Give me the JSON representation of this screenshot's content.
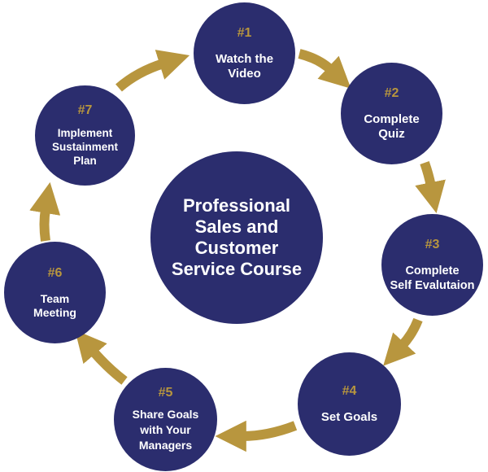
{
  "colors": {
    "circle_fill": "#2b2d6e",
    "arrow": "#b8963e",
    "number_text": "#b8963e",
    "label_text": "#ffffff"
  },
  "center": {
    "title": "Professional\nSales and\nCustomer\nService Course"
  },
  "steps": [
    {
      "number": "#1",
      "label": "Watch the\nVideo"
    },
    {
      "number": "#2",
      "label": "Complete\nQuiz"
    },
    {
      "number": "#3",
      "label": "Complete\nSelf Evalutaion"
    },
    {
      "number": "#4",
      "label": "Set Goals"
    },
    {
      "number": "#5",
      "label": "Share Goals\nwith Your\nManagers"
    },
    {
      "number": "#6",
      "label": "Team\nMeeting"
    },
    {
      "number": "#7",
      "label": "Implement\nSustainment\nPlan"
    }
  ],
  "arrows": [
    {
      "from": "#1",
      "to": "#2",
      "icon": "curved-arrow-icon"
    },
    {
      "from": "#2",
      "to": "#3",
      "icon": "curved-arrow-icon"
    },
    {
      "from": "#3",
      "to": "#4",
      "icon": "curved-arrow-icon"
    },
    {
      "from": "#4",
      "to": "#5",
      "icon": "curved-arrow-icon"
    },
    {
      "from": "#5",
      "to": "#6",
      "icon": "curved-arrow-icon"
    },
    {
      "from": "#6",
      "to": "#7",
      "icon": "curved-arrow-icon"
    },
    {
      "from": "#7",
      "to": "#1",
      "icon": "curved-arrow-icon"
    }
  ]
}
